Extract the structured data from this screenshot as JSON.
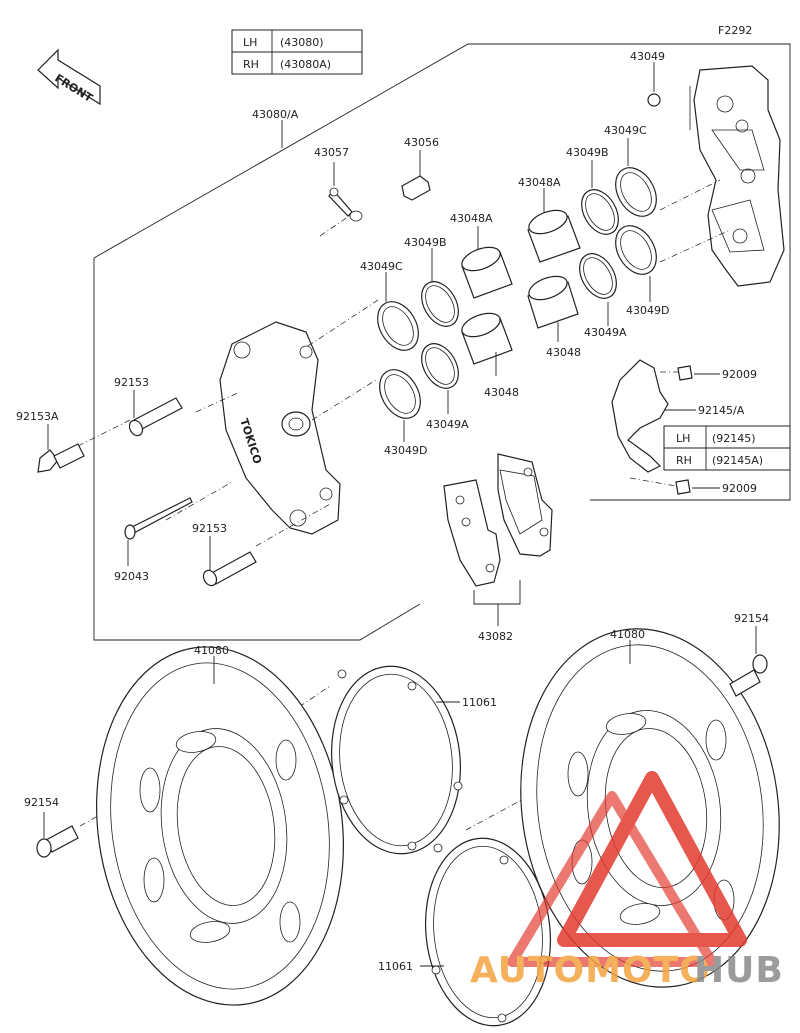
{
  "diagram": {
    "figure_code": "F2292",
    "front_label": "FRONT",
    "caliper_table": {
      "rows": [
        {
          "side": "LH",
          "code": "(43080)"
        },
        {
          "side": "RH",
          "code": "(43080A)"
        }
      ]
    },
    "bracket_table": {
      "rows": [
        {
          "side": "LH",
          "code": "(92145)"
        },
        {
          "side": "RH",
          "code": "(92145A)"
        }
      ]
    },
    "labels": {
      "caliper_assy": "43080/A",
      "p43049": "43049",
      "p43049c_top": "43049C",
      "p43049b_top": "43049B",
      "p43048a_top": "43048A",
      "p43057": "43057",
      "p43056": "43056",
      "p43048a_mid": "43048A",
      "p43049b_mid": "43049B",
      "p43049c_left": "43049C",
      "p43049d_right": "43049D",
      "p43049a_right": "43049A",
      "p43048_right": "43048",
      "p43048_left": "43048",
      "p43049a_left": "43049A",
      "p43049d_left": "43049D",
      "p92009_top": "92009",
      "p92145": "92145/A",
      "p92009_bottom": "92009",
      "p92153_top": "92153",
      "p92153a": "92153A",
      "p92153_bottom": "92153",
      "p92043": "92043",
      "p43082": "43082",
      "p41080_left": "41080",
      "p41080_right": "41080",
      "p92154_right": "92154",
      "p92154_left": "92154",
      "p11061_top": "11061",
      "p11061_bottom": "11061",
      "caliper_text": "TOKICO"
    },
    "watermark": {
      "part1": "AUTOMOTO",
      "part2": "HUB",
      "color_primary": "#f4a340",
      "color_secondary": "#8a8a8a",
      "color_logo": "#e23b2e"
    }
  }
}
